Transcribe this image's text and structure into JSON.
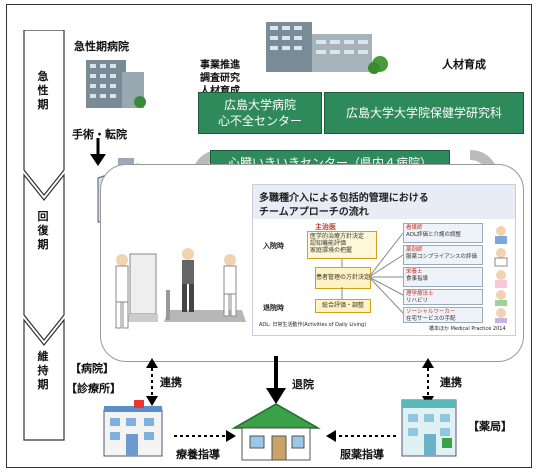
{
  "phases": [
    "急性期",
    "回復期",
    "維持期"
  ],
  "acute_hospital": "急性期病院",
  "surgery": "手術・転院",
  "project_items": [
    "事業推進",
    "調査研究",
    "人材育成"
  ],
  "hr_training": "人材育成",
  "hospital_box": {
    "line1": "広島大学病院",
    "line2": "心不全センター"
  },
  "grad_school": "広島大学大学院保健学研究科",
  "center_banner": "心臓いきいきセンター（県内４病院）",
  "slide": {
    "title_line1": "多職種介入による包括的管理における",
    "title_line2": "チームアプローチの流れ",
    "doctor": "主治医",
    "doctor_items": [
      "医学的治療方針決定",
      "認知機能評価",
      "家庭環境の把握"
    ],
    "admission": "入院時",
    "core": "患者管理の方針決定",
    "discharge": "退院時",
    "eval": "総合評価・調整",
    "adl_note": "ADL: 日常生活動作(Activities of Daily Living)",
    "source_note": "橋本ほか Medical Practice 2014",
    "roles": [
      {
        "role": "看護師",
        "task": "ADL評価と介護の調整"
      },
      {
        "role": "薬剤師",
        "task": "服薬コンプライアンスの評価"
      },
      {
        "role": "栄養士",
        "task": "食事指導"
      },
      {
        "role": "理学療法士",
        "task": "リハビリ"
      },
      {
        "role": "ソーシャルワーカー",
        "task": "在宅サービスの手配"
      }
    ]
  },
  "clinic": [
    "【病院】",
    "【診療所】"
  ],
  "pharmacy": "【薬局】",
  "link": "連携",
  "discharge_arrow": "退院",
  "care_guidance": "療養指導",
  "med_guidance": "服薬指導"
}
